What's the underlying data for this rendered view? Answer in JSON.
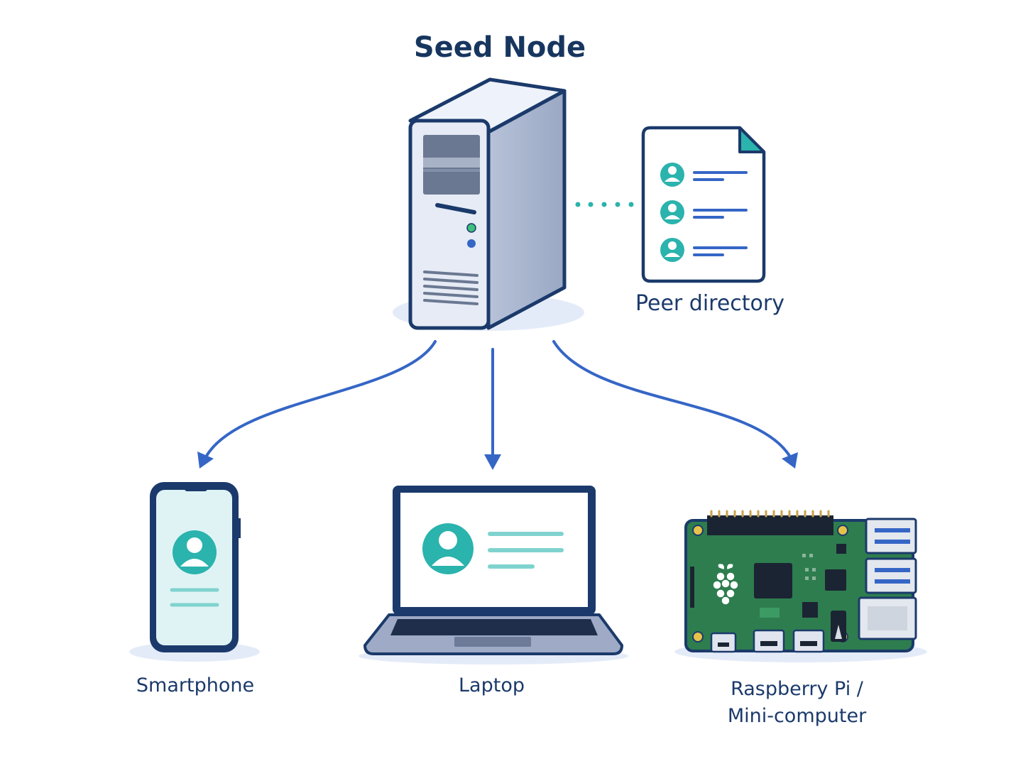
{
  "title": "Seed Node",
  "peer_directory": {
    "label": "Peer directory",
    "entries": 3
  },
  "devices": {
    "smartphone": "Smartphone",
    "laptop": "Laptop",
    "raspberry_pi_line1": "Raspberry Pi /",
    "raspberry_pi_line2": "Mini-computer"
  },
  "colors": {
    "navy": "#1b3a6b",
    "arrow": "#3566c6",
    "teal": "#2bb3ad",
    "pcb_green": "#2e7d4f",
    "shadow": "#e4ebf8"
  }
}
